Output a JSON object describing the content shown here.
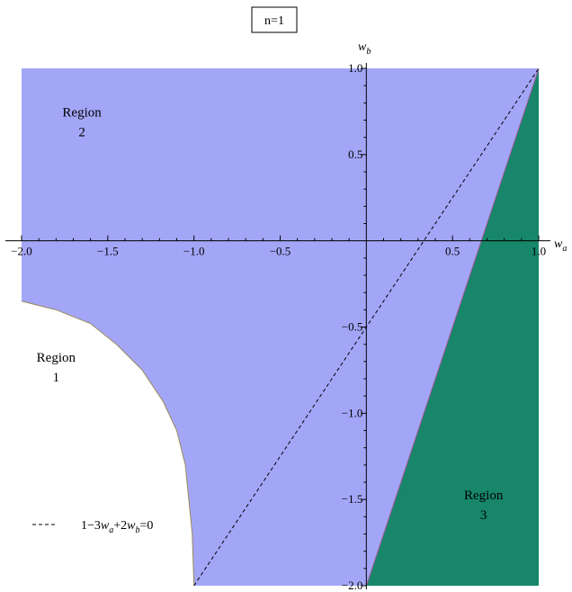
{
  "chart_data": {
    "type": "area",
    "title": "n=1",
    "xlabel": "w",
    "xlabel_sub": "a",
    "ylabel": "w",
    "ylabel_sub": "b",
    "xlim": [
      -2.0,
      1.0
    ],
    "ylim": [
      -2.0,
      1.0
    ],
    "xticks": [
      -2.0,
      -1.5,
      -1.0,
      -0.5,
      0.5,
      1.0
    ],
    "xtick_labels": [
      "−2.0",
      "−1.5",
      "−1.0",
      "−0.5",
      "0.5",
      "1.0"
    ],
    "yticks": [
      -2.0,
      -1.5,
      -1.0,
      -0.5,
      0.5,
      1.0
    ],
    "ytick_labels": [
      "−2.0",
      "−1.5",
      "−1.0",
      "−0.5",
      "0.5",
      "1.0"
    ],
    "grid": false,
    "regions": [
      {
        "label_line1": "Region",
        "label_line2": "1",
        "fill": "#ffffff",
        "boundary": [
          [
            -2.0,
            -0.35
          ],
          [
            -1.8,
            -0.4
          ],
          [
            -1.6,
            -0.48
          ],
          [
            -1.45,
            -0.6
          ],
          [
            -1.3,
            -0.75
          ],
          [
            -1.18,
            -0.93
          ],
          [
            -1.1,
            -1.1
          ],
          [
            -1.05,
            -1.3
          ],
          [
            -1.03,
            -1.5
          ],
          [
            -1.01,
            -1.7
          ],
          [
            -1.0,
            -2.0
          ]
        ],
        "label_at": [
          -1.8,
          -0.7
        ]
      },
      {
        "label_line1": "Region",
        "label_line2": "2",
        "fill": "#a3a6f7",
        "label_at": [
          -1.65,
          0.72
        ]
      },
      {
        "label_line1": "Region",
        "label_line2": "3",
        "fill": "#17866a",
        "boundary": [
          [
            0.0,
            -2.0
          ],
          [
            1.0,
            1.0
          ],
          [
            1.0,
            -2.0
          ]
        ],
        "label_at": [
          0.68,
          -1.5
        ]
      }
    ],
    "series": [
      {
        "name": "1−3w_a+2w_b=0",
        "style": "dashed",
        "x": [
          -1.0,
          1.0
        ],
        "y": [
          -2.0,
          1.0
        ]
      }
    ],
    "legend": {
      "placement": "bottom-left",
      "text_main_1": "1−3",
      "text_w1": "w",
      "text_sub1": "a",
      "text_main_2": "+2",
      "text_w2": "w",
      "text_sub2": "b",
      "text_main_3": "=0"
    },
    "colors": {
      "region2": "#a3a6f7",
      "region3": "#17866a",
      "region1_boundary": "#9b8a5a",
      "region3_boundary": "#b05aa0"
    }
  }
}
